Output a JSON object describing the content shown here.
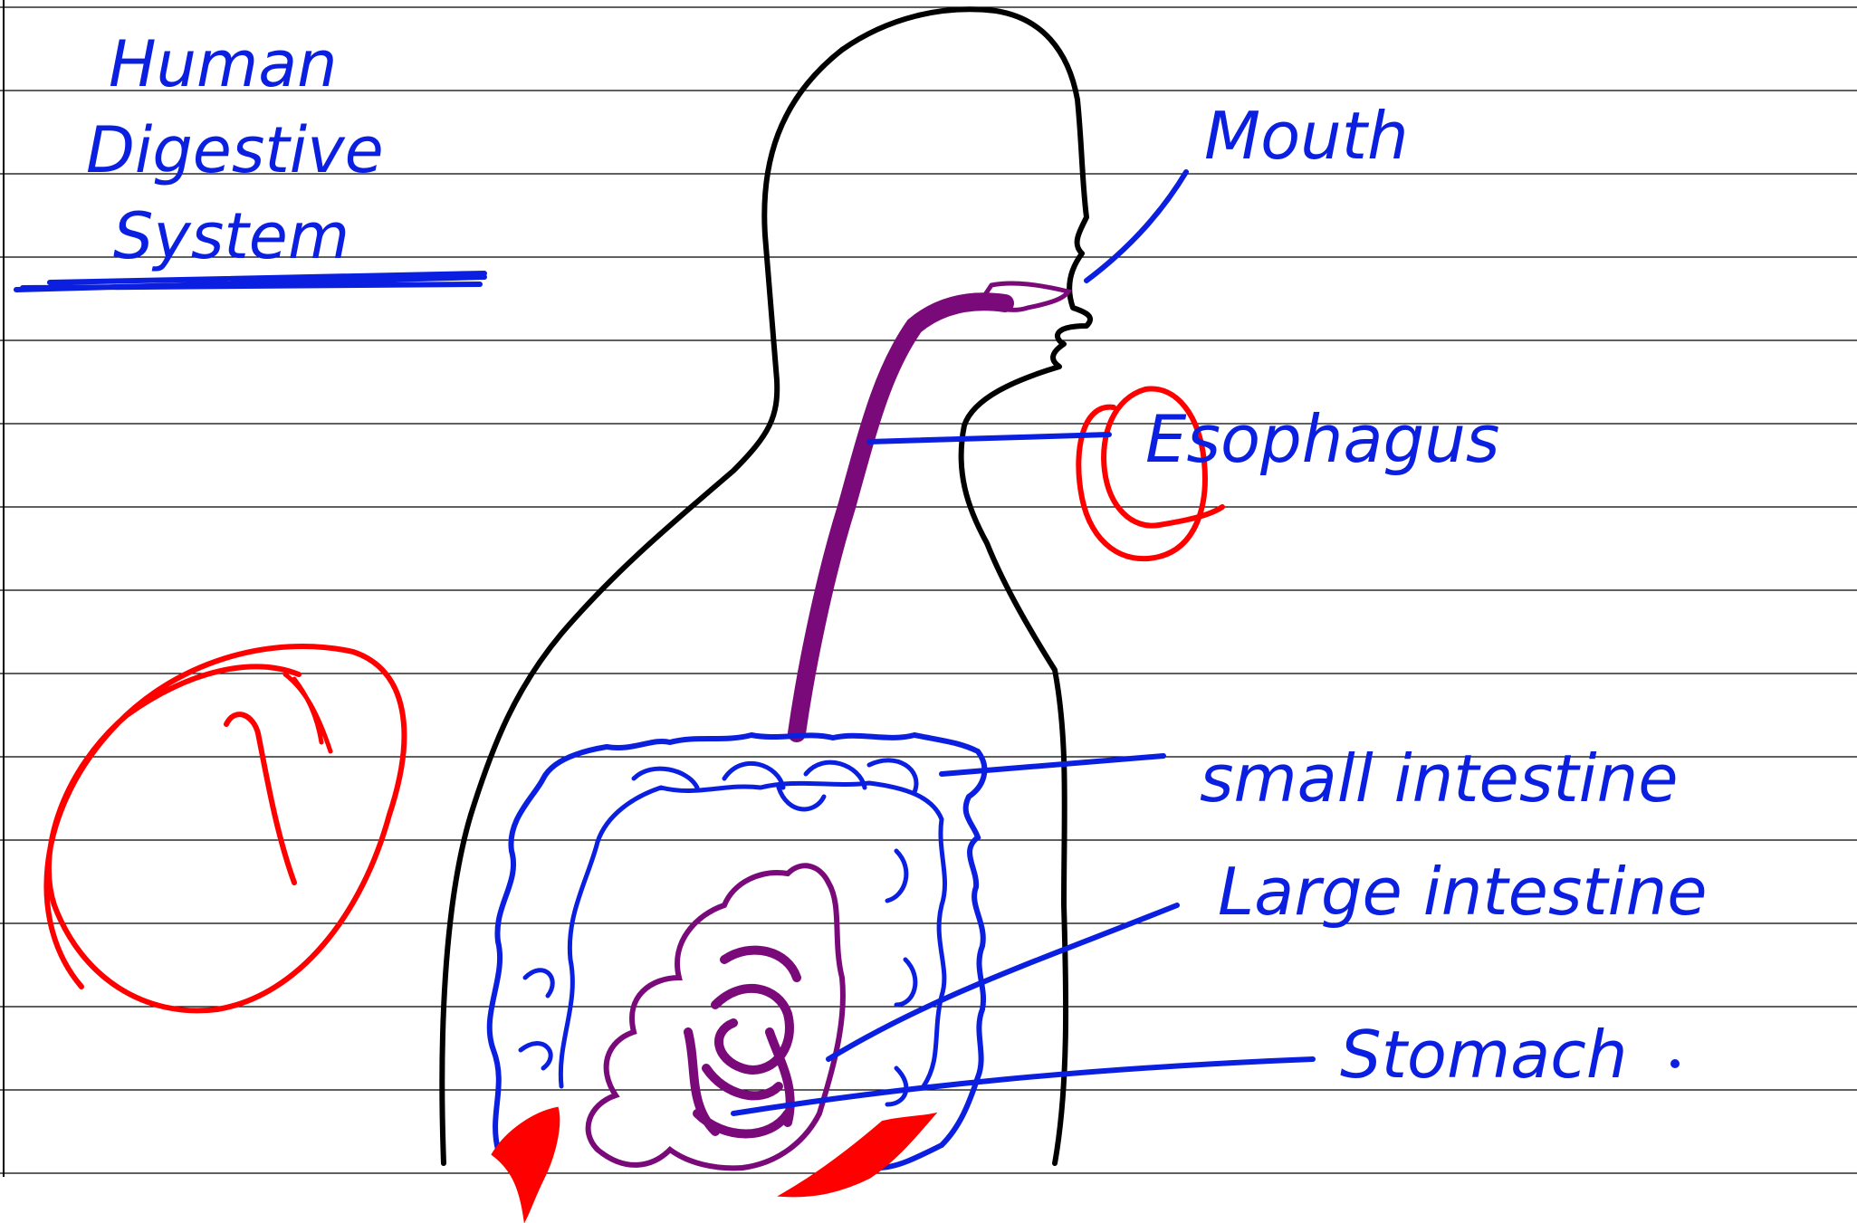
{
  "title": {
    "line1": "Human",
    "line2": "Digestive",
    "line3": "System"
  },
  "labels": {
    "mouth": "Mouth",
    "esophagus": "Esophagus",
    "small_intestine": "small intestine",
    "large_intestine": "Large intestine",
    "stomach": "Stomach"
  },
  "colors": {
    "ink_blue": "#0a1fe0",
    "body_outline": "#000000",
    "esophagus_purple": "#7a0a7a",
    "mark_red": "#ff0000"
  }
}
